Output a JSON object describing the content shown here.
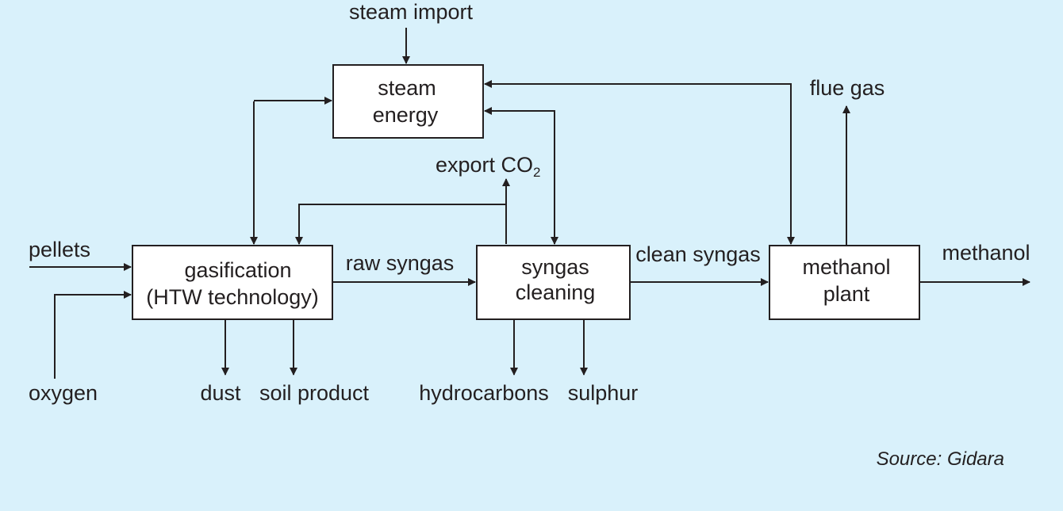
{
  "nodes": {
    "steam_energy": {
      "line1": "steam",
      "line2": "energy"
    },
    "gasification": {
      "line1": "gasification",
      "line2": "(HTW technology)"
    },
    "syngas_cleaning": {
      "line1": "syngas",
      "line2": "cleaning"
    },
    "methanol_plant": {
      "line1": "methanol",
      "line2": "plant"
    }
  },
  "labels": {
    "steam_import": "steam import",
    "flue_gas": "flue gas",
    "export_co2": "export CO",
    "export_co2_sub": "2",
    "pellets": "pellets",
    "oxygen": "oxygen",
    "raw_syngas": "raw syngas",
    "clean_syngas": "clean syngas",
    "methanol": "methanol",
    "dust": "dust",
    "soil_product": "soil product",
    "hydrocarbons": "hydrocarbons",
    "sulphur": "sulphur"
  },
  "source": "Source: Gidara",
  "colors": {
    "background": "#d9f1fb",
    "box_fill": "#ffffff",
    "line": "#231f20"
  }
}
